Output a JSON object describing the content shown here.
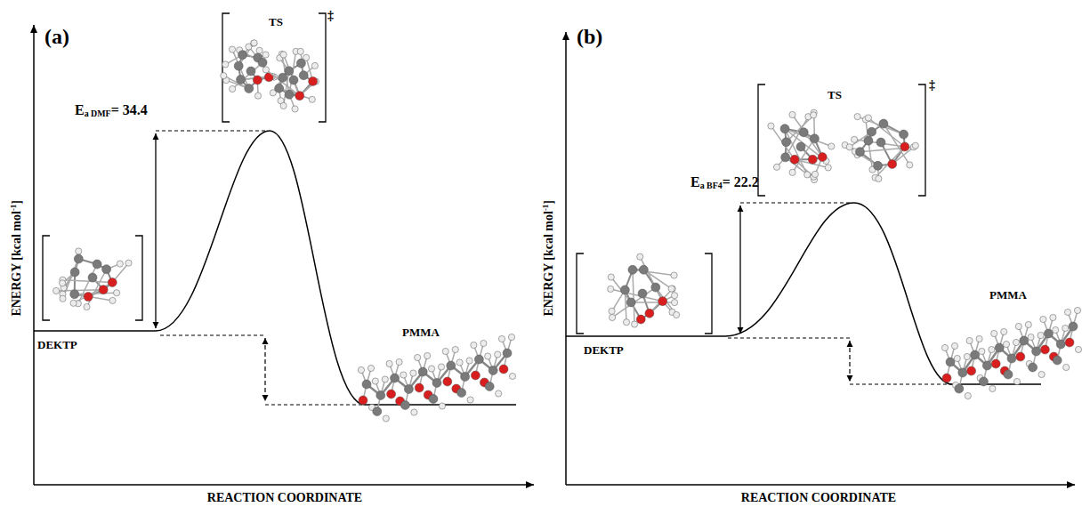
{
  "diagram": {
    "labels": [
      "(a)",
      "ENERGY [kcal mol",
      "-1",
      "]",
      "TS",
      "‡",
      "E",
      "a DMF",
      "= 34.4",
      "DEKTP",
      "PMMA",
      "REACTION COORDINATE",
      "(b)",
      "ENERGY [kcal mol",
      "-1",
      "]",
      "TS",
      "‡",
      "E",
      "a BF4",
      "= 22.2",
      "DEKTP",
      "PMMA",
      "REACTION COORDINATE"
    ]
  }
}
